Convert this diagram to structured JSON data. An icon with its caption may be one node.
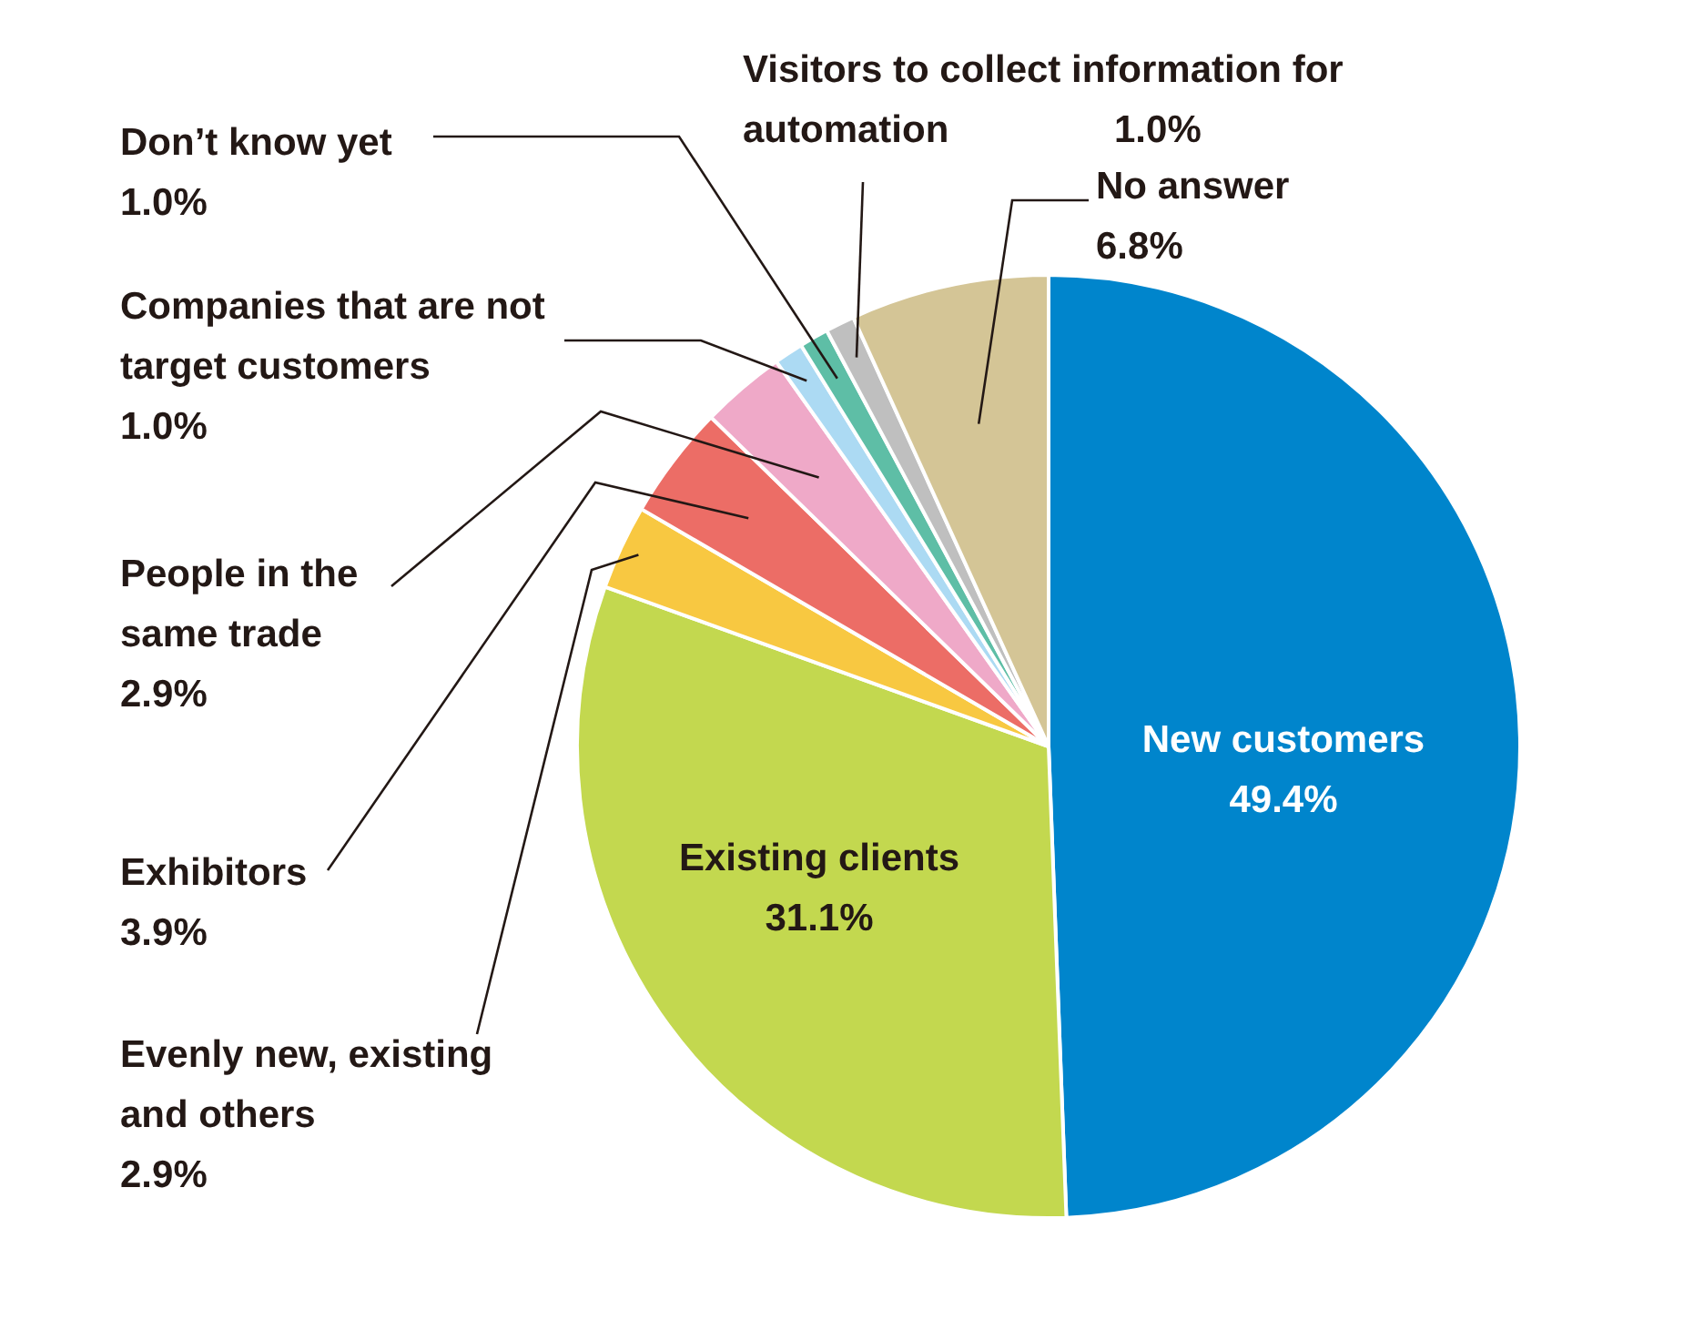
{
  "diagram": {
    "chart_data": {
      "type": "pie",
      "categories": [
        "New customers",
        "Existing clients",
        "Evenly new, existing and others",
        "Exhibitors",
        "People in the same trade",
        "Companies that are not target customers",
        "Don’t know yet",
        "Visitors to collect information for automation",
        "No answer"
      ],
      "series": [
        {
          "values": [
            49.4,
            31.1,
            2.9,
            3.9,
            2.9,
            1.0,
            1.0,
            1.0,
            6.8
          ]
        }
      ],
      "colors": [
        "#0085cc",
        "#c3d84f",
        "#f8c841",
        "#ec6d66",
        "#efa9c8",
        "#acdaf3",
        "#5ebea6",
        "#bfbfbf",
        "#d4c596"
      ],
      "value_labels": [
        "49.4%",
        "31.1%",
        "2.9%",
        "3.9%",
        "2.9%",
        "1.0%",
        "1.0%",
        "1.0%",
        "6.8%"
      ]
    }
  }
}
